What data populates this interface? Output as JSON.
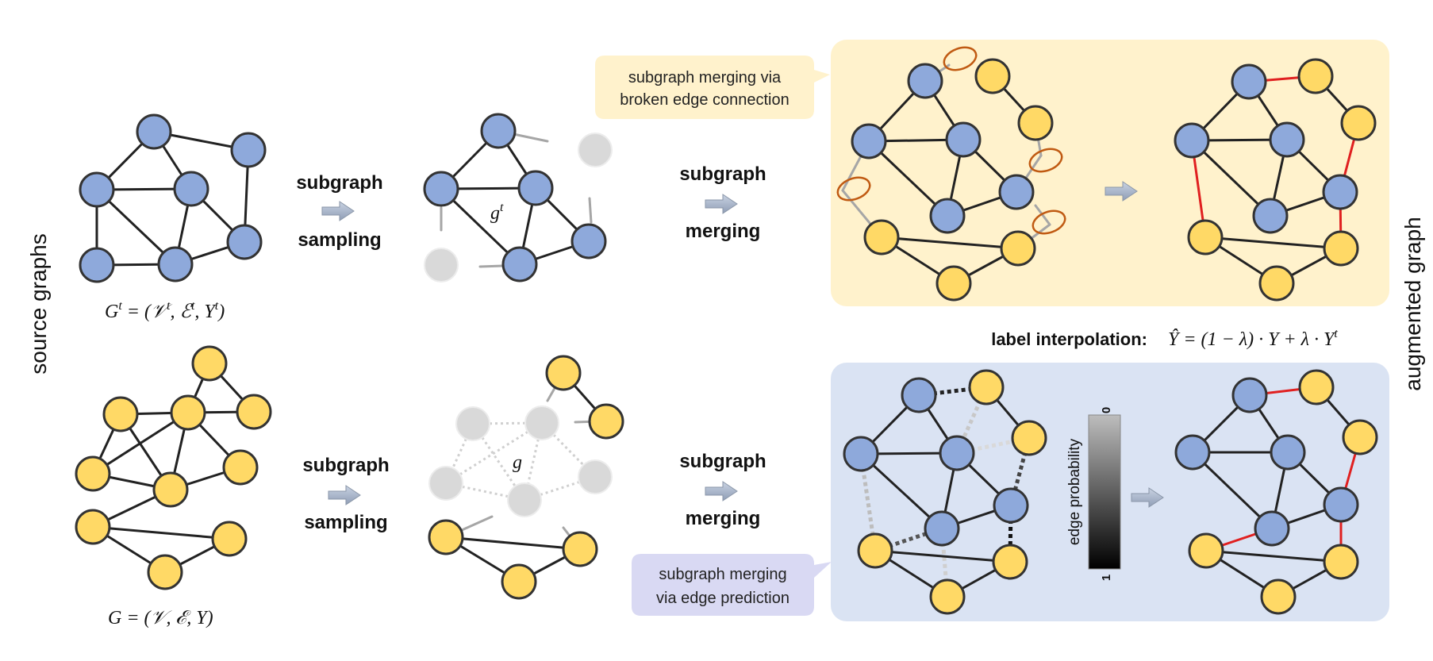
{
  "labels": {
    "source_graphs": "source graphs",
    "augmented_graph": "augmented graph",
    "subgraph": "subgraph",
    "sampling": "sampling",
    "merging": "merging",
    "callout_top_line1": "subgraph merging via",
    "callout_top_line2": "broken edge connection",
    "callout_bottom_line1": "subgraph merging",
    "callout_bottom_line2": "via edge prediction",
    "label_interpolation": "label interpolation:",
    "edge_probability": "edge probability",
    "colorbar_top": "0",
    "colorbar_bottom": "1"
  },
  "math": {
    "Gt": "G",
    "Gt_sup": "t",
    "Gt_def": " = (𝒱",
    "Gt_def_mid1": ", ℰ",
    "Gt_def_mid2": ", Y",
    "Gt_def_end": ")",
    "G": "G = (𝒱, ℰ, Y)",
    "gt": "g",
    "gt_sup": "t",
    "g": "g",
    "interp_lhs": "Ŷ = (1 − λ) · Y + λ · Y",
    "interp_sup": "t"
  },
  "colors": {
    "blue_node": "#8EA9DB",
    "yellow_node": "#FFD966",
    "gray_node": "#d9d9d9",
    "red_edge": "#e02020",
    "top_panel": "#FFF2CC",
    "bottom_panel": "#DAE3F3",
    "top_callout": "#FFF2CC",
    "bottom_callout": "#D9D9F3"
  }
}
